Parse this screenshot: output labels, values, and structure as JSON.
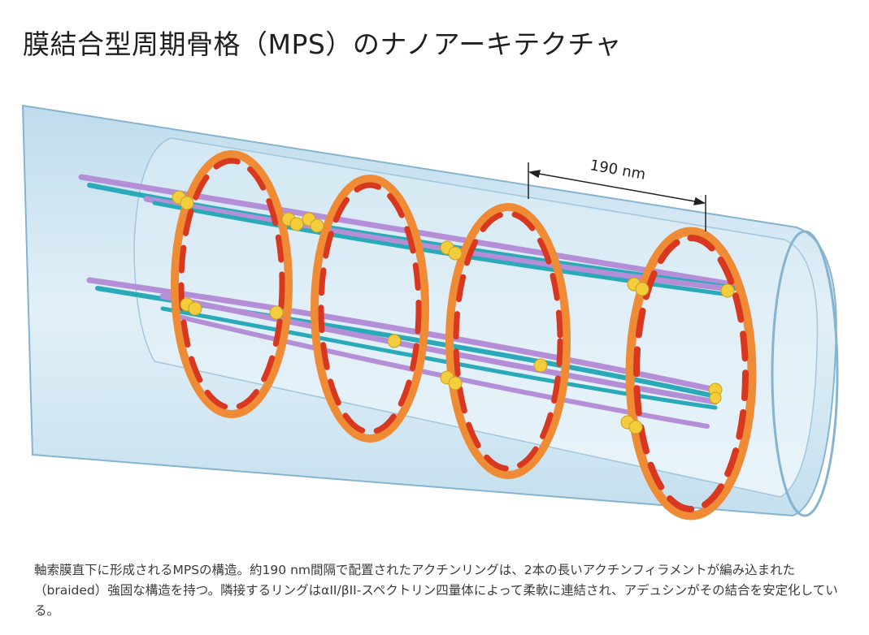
{
  "title": "膜結合型周期骨格（MPS）のナノアーキテクチャ",
  "diagram": {
    "dimension_label": "190 nm",
    "colors": {
      "tube_fill": "#cfe6f3",
      "tube_edge": "#86b3cf",
      "actin_red": "#d8381f",
      "actin_orange": "#ef8a35",
      "spectrin_purple": "#b48fd8",
      "spectrin_teal": "#2aa9b8",
      "adducin_yellow": "#f3cd3c"
    }
  },
  "caption": "軸索膜直下に形成されるMPSの構造。約190 nm間隔で配置されたアクチンリングは、2本の長いアクチンフィラメントが編み込まれた（braided）強固な構造を持つ。隣接するリングはαII/βII-スペクトリン四量体によって柔軟に連結され、アデュシンがその結合を安定化している。"
}
